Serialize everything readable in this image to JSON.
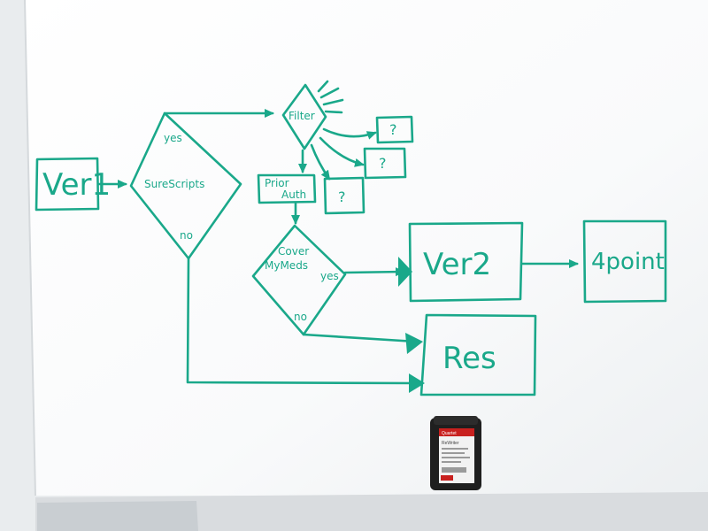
{
  "nodes": {
    "ver1": "Ver1",
    "surescripts": "SureScripts",
    "filter": "Filter",
    "q1": "?",
    "q2": "?",
    "q3": "?",
    "prior_auth_line1": "Prior",
    "prior_auth_line2": "Auth",
    "covermymeds_line1": "Cover",
    "covermymeds_line2": "MyMeds",
    "ver2": "Ver2",
    "four_point": "4point",
    "res": "Res"
  },
  "edges": {
    "surescripts_yes": "yes",
    "surescripts_no": "no",
    "covermymeds_yes": "yes",
    "covermymeds_no": "no"
  },
  "eraser": {
    "brand": "Quartet",
    "tag": "ReWriter"
  },
  "colors": {
    "marker": "#1aa88a",
    "board": "#ffffff",
    "wall": "#eef0f1",
    "eraser_body": "#222222",
    "eraser_accent": "#c8201e"
  }
}
